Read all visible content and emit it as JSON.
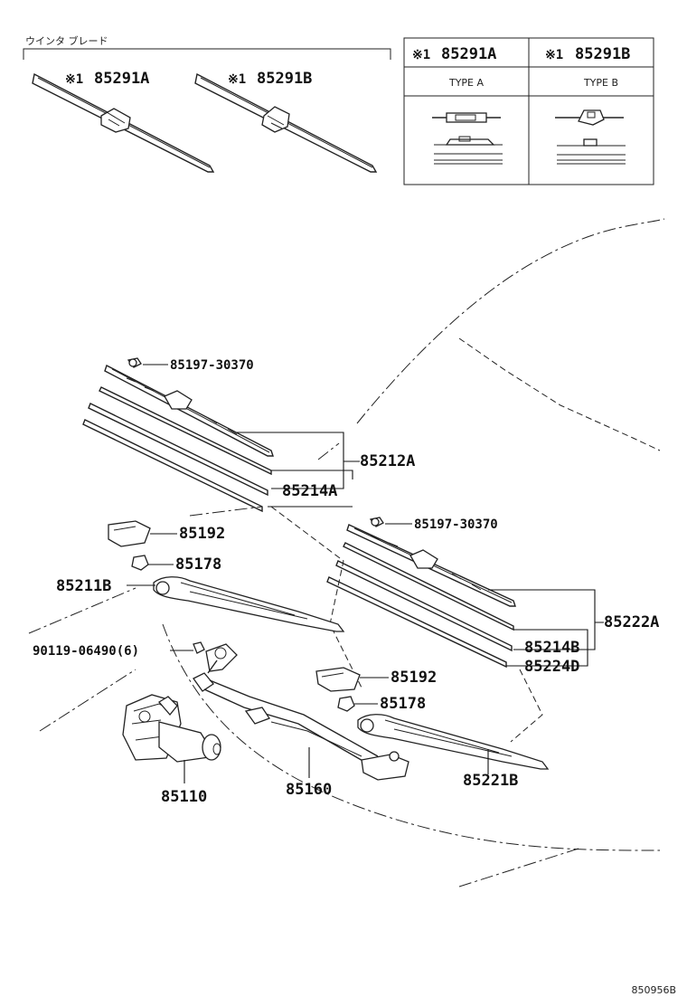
{
  "header": {
    "section_title": "ウインタ ブレード",
    "blade_a_label": "85291A",
    "blade_b_label": "85291B",
    "note_mark": "※1"
  },
  "type_table": {
    "col_a_part": "85291A",
    "col_b_part": "85291B",
    "col_a_type": "TYPE A",
    "col_b_type": "TYPE B"
  },
  "parts": {
    "p85197_upper": "85197-30370",
    "p85212A": "85212A",
    "p85214A": "85214A",
    "p85192_left": "85192",
    "p85178_left": "85178",
    "p85211B": "85211B",
    "p90119": "90119-06490(6)",
    "p85197_lower": "85197-30370",
    "p85222A": "85222A",
    "p85214B": "85214B",
    "p85224D": "85224D",
    "p85192_right": "85192",
    "p85178_right": "85178",
    "p85110": "85110",
    "p85160": "85160",
    "p85221B": "85221B"
  },
  "footer": {
    "diagram_code": "850956B"
  }
}
